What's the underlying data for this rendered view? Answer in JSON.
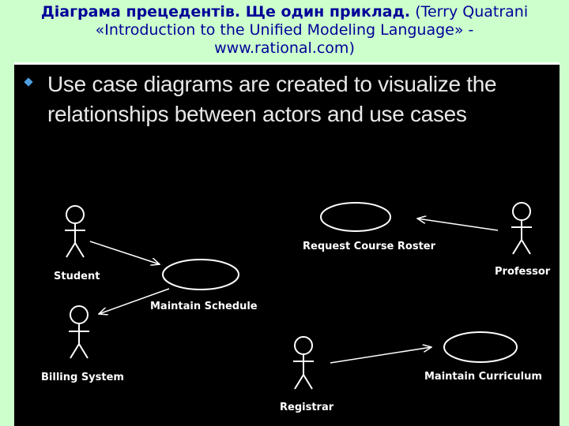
{
  "header": {
    "title_bold": "Діаграма прецедентів. Ще один приклад.",
    "citation_line1": " (Terry Quatrani",
    "citation_line2": "«Introduction to the Unified Modeling Language» -",
    "citation_line3": "www.rational.com)"
  },
  "slide": {
    "bullet_text": "Use case diagrams are created to visualize the relationships between actors and use cases"
  },
  "diagram": {
    "actors": {
      "student": "Student",
      "billing": "Billing System",
      "professor": "Professor",
      "registrar": "Registrar"
    },
    "use_cases": {
      "maintain_schedule": "Maintain Schedule",
      "request_roster": "Request Course Roster",
      "maintain_curriculum": "Maintain Curriculum"
    }
  },
  "colors": {
    "page_background": "#ccffcc",
    "title_text": "#000099",
    "slide_background": "#000000",
    "diagram_stroke": "#ffffff"
  }
}
